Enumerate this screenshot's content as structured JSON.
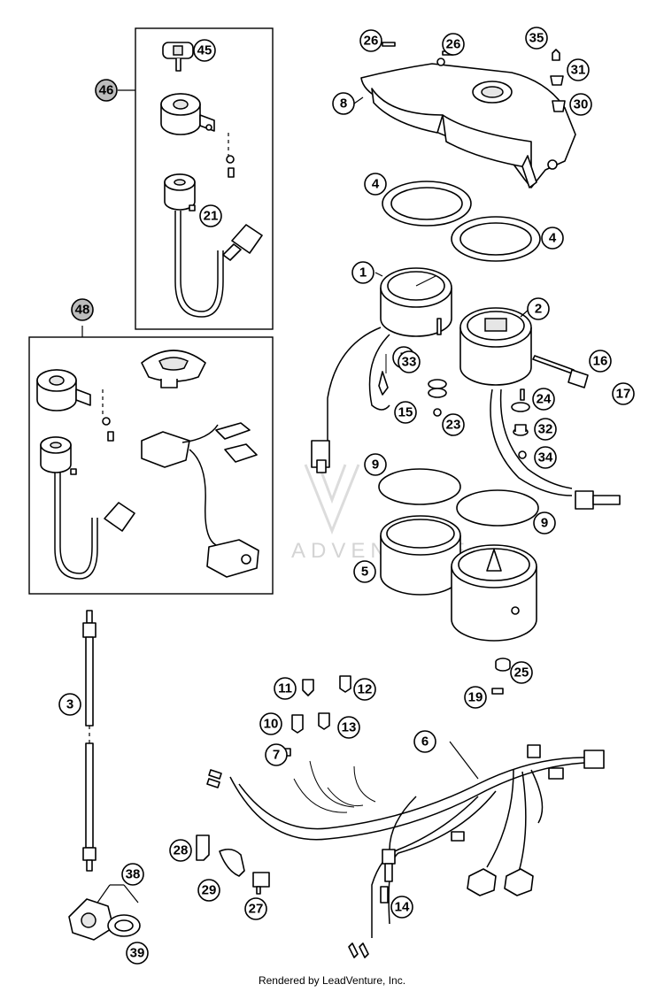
{
  "callouts": [
    {
      "id": "1",
      "grey": false
    },
    {
      "id": "2",
      "grey": false
    },
    {
      "id": "3",
      "grey": false
    },
    {
      "id": "4",
      "grey": false
    },
    {
      "id": "4",
      "grey": false
    },
    {
      "id": "5",
      "grey": false
    },
    {
      "id": "6",
      "grey": false
    },
    {
      "id": "7",
      "grey": false
    },
    {
      "id": "7",
      "grey": false
    },
    {
      "id": "8",
      "grey": false
    },
    {
      "id": "9",
      "grey": false
    },
    {
      "id": "9",
      "grey": false
    },
    {
      "id": "10",
      "grey": false
    },
    {
      "id": "11",
      "grey": false
    },
    {
      "id": "12",
      "grey": false
    },
    {
      "id": "13",
      "grey": false
    },
    {
      "id": "14",
      "grey": false
    },
    {
      "id": "15",
      "grey": false
    },
    {
      "id": "16",
      "grey": false
    },
    {
      "id": "17",
      "grey": false
    },
    {
      "id": "19",
      "grey": false
    },
    {
      "id": "21",
      "grey": false
    },
    {
      "id": "23",
      "grey": false
    },
    {
      "id": "24",
      "grey": false
    },
    {
      "id": "25",
      "grey": false
    },
    {
      "id": "26",
      "grey": false
    },
    {
      "id": "26",
      "grey": false
    },
    {
      "id": "27",
      "grey": false
    },
    {
      "id": "28",
      "grey": false
    },
    {
      "id": "29",
      "grey": false
    },
    {
      "id": "30",
      "grey": false
    },
    {
      "id": "31",
      "grey": false
    },
    {
      "id": "32",
      "grey": false
    },
    {
      "id": "33",
      "grey": false
    },
    {
      "id": "34",
      "grey": false
    },
    {
      "id": "35",
      "grey": false
    },
    {
      "id": "38",
      "grey": false
    },
    {
      "id": "39",
      "grey": false
    },
    {
      "id": "45",
      "grey": false
    },
    {
      "id": "46",
      "grey": true
    },
    {
      "id": "48",
      "grey": true
    }
  ],
  "watermark": "ADVENTURE",
  "footer": "Rendered by LeadVenture, Inc."
}
